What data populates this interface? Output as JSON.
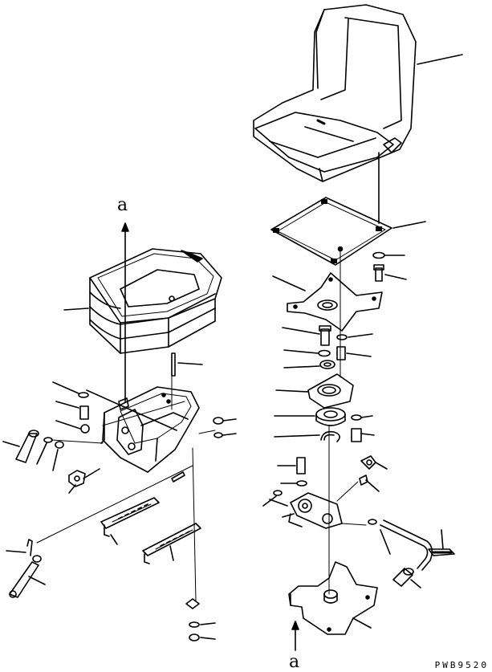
{
  "diagram": {
    "ref_label_top": "a",
    "ref_label_bottom": "a",
    "drawing_id": "PWB9520"
  },
  "parts": [
    {
      "icon": "seat-cushion-icon"
    },
    {
      "icon": "seat-base-plate-icon"
    },
    {
      "icon": "swivel-plate-icon"
    },
    {
      "icon": "bearing-housing-icon"
    },
    {
      "icon": "ball-bearing-icon"
    },
    {
      "icon": "snap-ring-icon"
    },
    {
      "icon": "lock-lever-icon"
    },
    {
      "icon": "bottom-bracket-icon"
    },
    {
      "icon": "suspension-bellows-icon"
    },
    {
      "icon": "suspension-frame-icon"
    },
    {
      "icon": "adjust-knob-icon"
    },
    {
      "icon": "slide-rail-icon"
    },
    {
      "icon": "height-lever-icon"
    }
  ]
}
